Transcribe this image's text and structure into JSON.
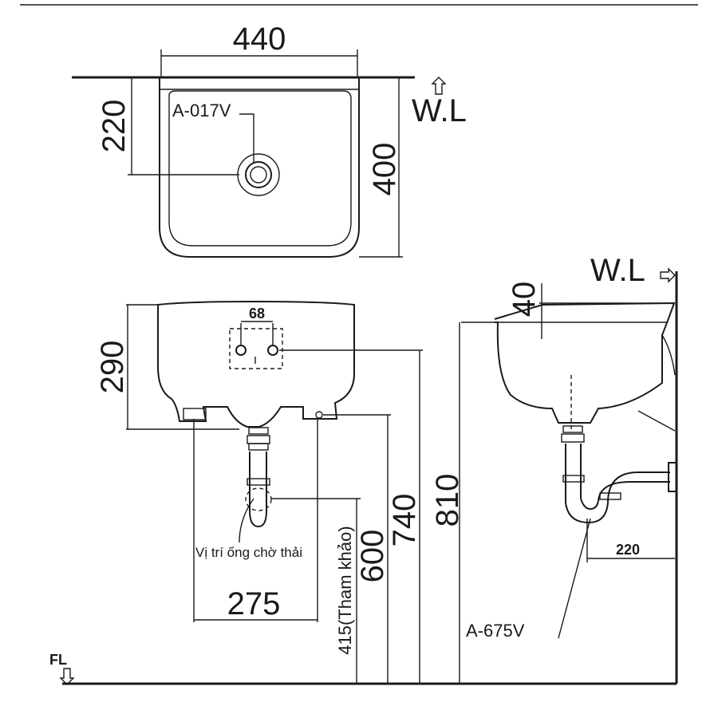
{
  "top_view": {
    "width_dim": "440",
    "depth_dim": "400",
    "drain_offset_dim": "220",
    "wl_label": "W.L",
    "drain_model": "A-017V"
  },
  "front_view": {
    "height_dim": "290",
    "bracket_spacing_dim": "68",
    "trap_offset_dim": "275",
    "waste_height_dim": "415(Tham khảo)",
    "drain_height_dim": "600",
    "mount_height_dim": "740",
    "waste_note": "Vị trí ống chờ thải"
  },
  "side_view": {
    "wl_label": "W.L",
    "rim_offset_dim": "40",
    "rim_height_dim": "810",
    "wall_offset_dim": "220",
    "trap_model": "A-675V"
  },
  "floor_label": "FL"
}
